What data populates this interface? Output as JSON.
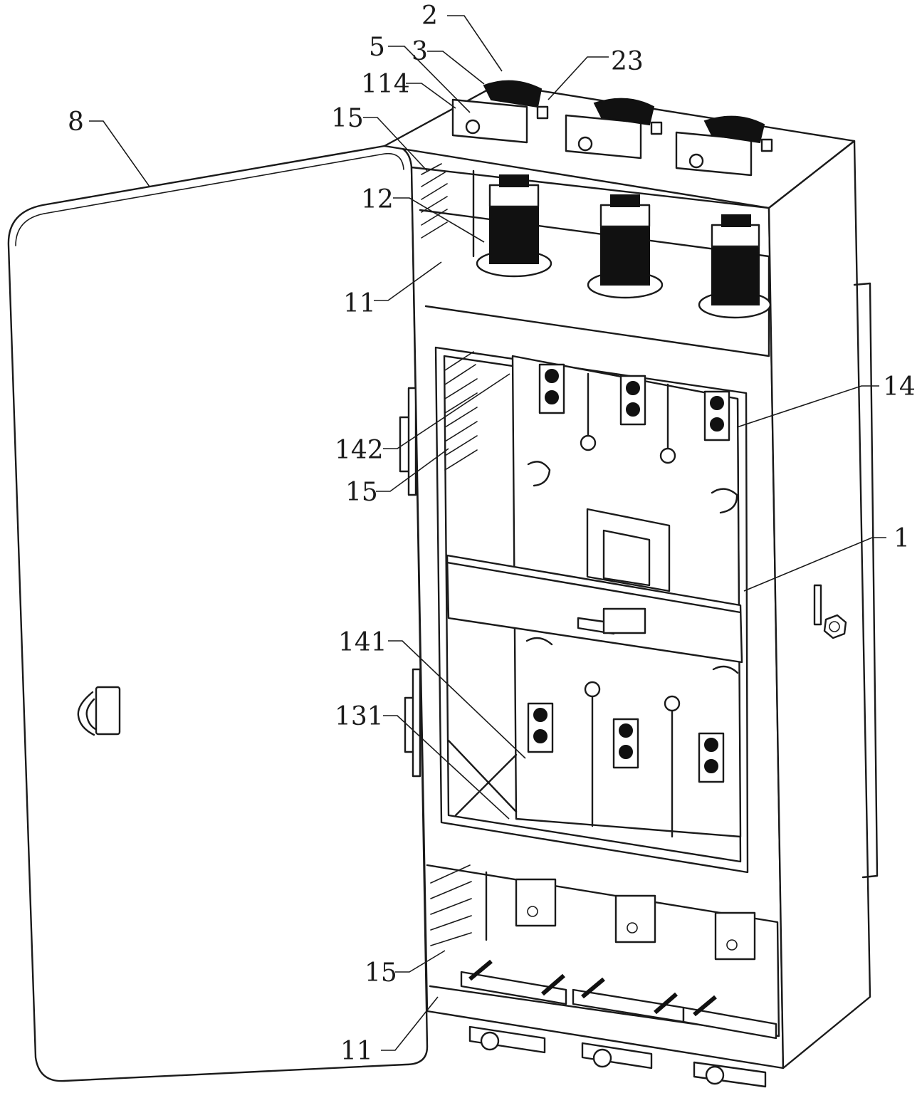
{
  "figure": {
    "subject": "Electrical distribution cabinet with open door (perspective view)",
    "colors": {
      "line": "#1a1a1a",
      "background": "#ffffff"
    }
  },
  "callouts": [
    {
      "id": "2",
      "label": "2",
      "part": "top-cap"
    },
    {
      "id": "5",
      "label": "5",
      "part": "knob"
    },
    {
      "id": "3",
      "label": "3",
      "part": "clamp-block"
    },
    {
      "id": "23",
      "label": "23",
      "part": "side-screw"
    },
    {
      "id": "114",
      "label": "114",
      "part": "top-clamp"
    },
    {
      "id": "8",
      "label": "8",
      "part": "door"
    },
    {
      "id": "15a",
      "label": "15",
      "part": "vent-slots-top"
    },
    {
      "id": "12",
      "label": "12",
      "part": "insulated-bushing"
    },
    {
      "id": "11a",
      "label": "11",
      "part": "upper-chamber"
    },
    {
      "id": "14",
      "label": "14",
      "part": "breaker-terminal"
    },
    {
      "id": "142",
      "label": "142",
      "part": "terminal-upper"
    },
    {
      "id": "15b",
      "label": "15",
      "part": "vent-slots-middle"
    },
    {
      "id": "1",
      "label": "1",
      "part": "cabinet-body"
    },
    {
      "id": "141",
      "label": "141",
      "part": "terminal-lower"
    },
    {
      "id": "131",
      "label": "131",
      "part": "chamber-floor"
    },
    {
      "id": "15c",
      "label": "15",
      "part": "vent-slots-bottom"
    },
    {
      "id": "11b",
      "label": "11",
      "part": "lower-chamber"
    }
  ]
}
